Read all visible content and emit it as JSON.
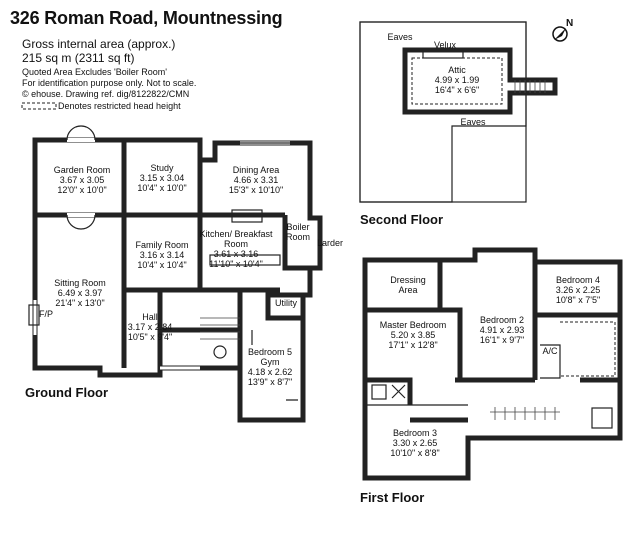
{
  "header": {
    "title": "326 Roman Road, Mountnessing",
    "gross_area_label": "Gross internal area (approx.)",
    "gross_area_value": "215 sq m (2311 sq ft)",
    "quoted_note": "Quoted Area Excludes 'Boiler Room'",
    "ident_note": "For identification purpose only. Not to scale.",
    "copyright": "© ehouse. Drawing ref. dig/8122822/CMN",
    "legend_text": "Denotes restricted head height"
  },
  "floors": {
    "ground": "Ground Floor",
    "first": "First Floor",
    "second": "Second Floor"
  },
  "rooms": {
    "garden_room": {
      "name": "Garden Room",
      "metric": "3.67 x 3.05",
      "imperial": "12'0\" x 10'0\""
    },
    "study": {
      "name": "Study",
      "metric": "3.15 x 3.04",
      "imperial": "10'4\" x 10'0\""
    },
    "dining_area": {
      "name": "Dining Area",
      "metric": "4.66 x 3.31",
      "imperial": "15'3\" x 10'10\""
    },
    "family_room": {
      "name": "Family Room",
      "metric": "3.16 x 3.14",
      "imperial": "10'4\" x 10'4\""
    },
    "kitchen": {
      "name": "Kitchen/ Breakfast Room",
      "metric": "3.61 x 3.16",
      "imperial": "11'10\" x 10'4\""
    },
    "boiler": {
      "name": "Boiler Room"
    },
    "larder": {
      "name": "Larder"
    },
    "sitting_room": {
      "name": "Sitting Room",
      "metric": "6.49 x 3.97",
      "imperial": "21'4\" x 13'0\""
    },
    "fp": {
      "name": "F/P"
    },
    "hall": {
      "name": "Hall",
      "metric": "3.17 x 2.84",
      "imperial": "10'5\" x 9'4\""
    },
    "utility": {
      "name": "Utility"
    },
    "bedroom5": {
      "name": "Bedroom 5 Gym",
      "metric": "4.18 x 2.62",
      "imperial": "13'9\" x 8'7\""
    },
    "attic": {
      "name": "Attic",
      "metric": "4.99 x 1.99",
      "imperial": "16'4\" x 6'6\""
    },
    "eaves_top": {
      "name": "Eaves"
    },
    "velux": {
      "name": "Velux"
    },
    "eaves_bottom": {
      "name": "Eaves"
    },
    "dressing": {
      "name": "Dressing Area"
    },
    "master": {
      "name": "Master Bedroom",
      "metric": "5.20 x 3.85",
      "imperial": "17'1\" x 12'8\""
    },
    "bedroom2": {
      "name": "Bedroom 2",
      "metric": "4.91 x 2.93",
      "imperial": "16'1\" x 9'7\""
    },
    "bedroom4": {
      "name": "Bedroom 4",
      "metric": "3.26 x 2.25",
      "imperial": "10'8\" x 7'5\""
    },
    "ac": {
      "name": "A/C"
    },
    "bedroom3": {
      "name": "Bedroom 3",
      "metric": "3.30 x 2.65",
      "imperial": "10'10\" x 8'8\""
    }
  },
  "compass": {
    "label": "N",
    "icon": "compass-north-icon"
  }
}
